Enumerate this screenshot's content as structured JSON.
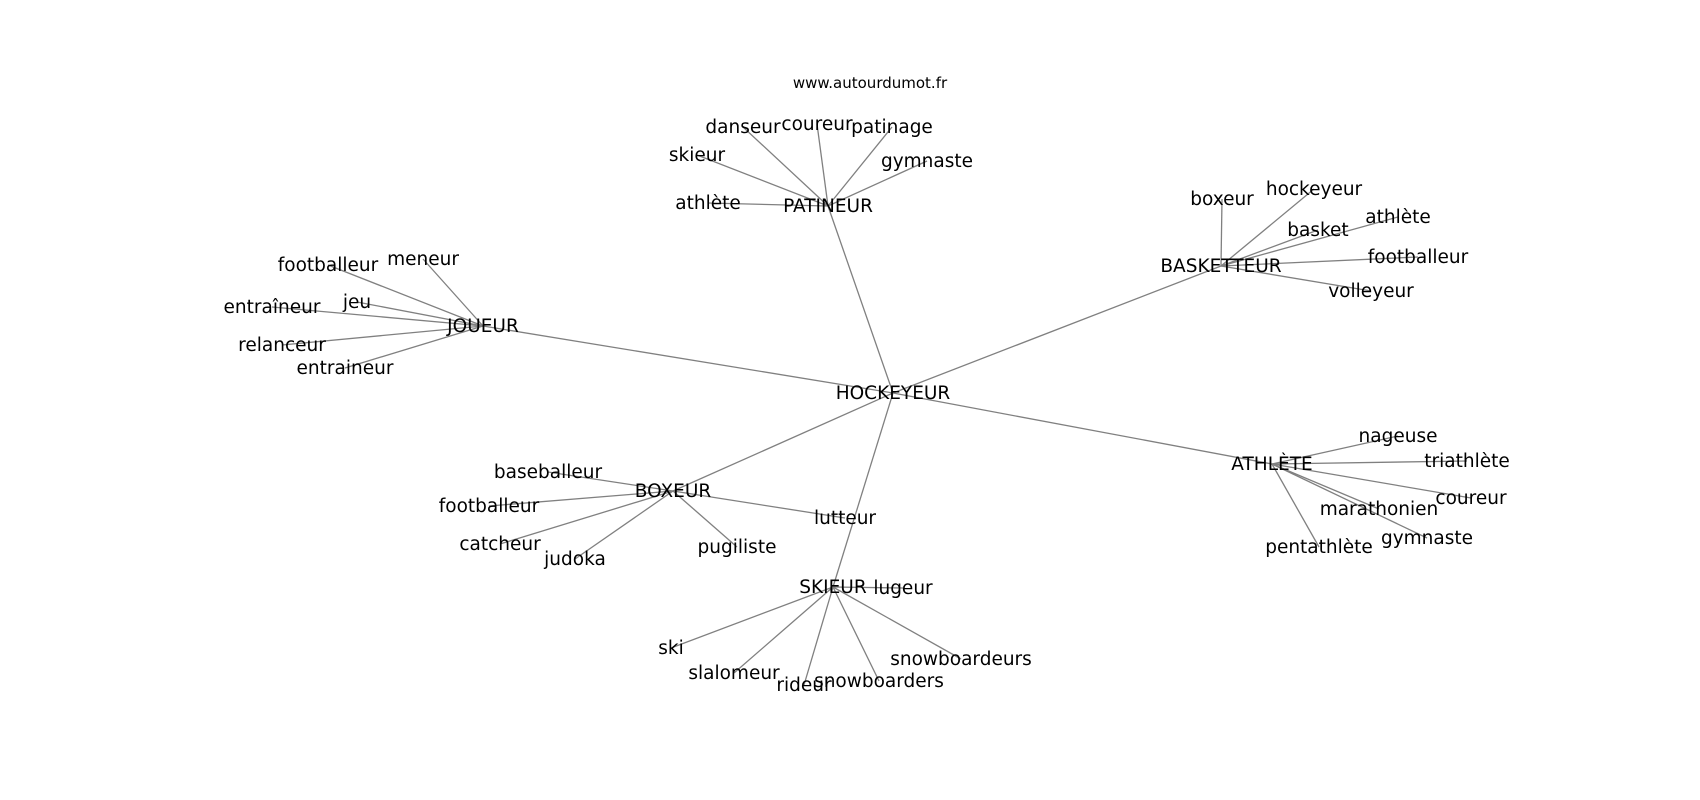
{
  "source": "www.autourdumot.fr",
  "center": "HOCKEYEUR",
  "hubs": [
    {
      "label": "PATINEUR",
      "children": [
        "danseur",
        "coureur",
        "patinage",
        "skieur",
        "gymnaste",
        "athlète"
      ]
    },
    {
      "label": "BASKETTEUR",
      "children": [
        "boxeur",
        "hockeyeur",
        "basket",
        "athlète",
        "footballeur",
        "volleyeur"
      ]
    },
    {
      "label": "JOUEUR",
      "children": [
        "footballeur",
        "meneur",
        "jeu",
        "entraîneur",
        "relanceur",
        "entraineur"
      ]
    },
    {
      "label": "ATHLÈTE",
      "children": [
        "nageuse",
        "triathlète",
        "coureur",
        "marathonien",
        "gymnaste",
        "pentathlète"
      ]
    },
    {
      "label": "BOXEUR",
      "children": [
        "baseballeur",
        "footballeur",
        "catcheur",
        "judoka",
        "pugiliste",
        "lutteur"
      ]
    },
    {
      "label": "SKIEUR",
      "children": [
        "lugeur",
        "ski",
        "slalomeur",
        "rideur",
        "snowboarders",
        "snowboardeurs"
      ]
    }
  ]
}
